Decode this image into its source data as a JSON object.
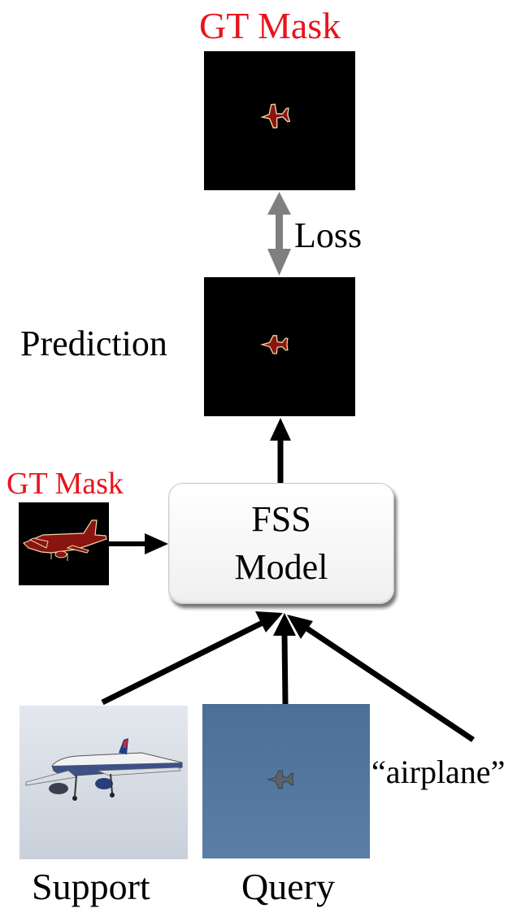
{
  "labels": {
    "gt_mask_top": "GT Mask",
    "loss": "Loss",
    "prediction": "Prediction",
    "gt_mask_support": "GT Mask",
    "model_line1": "FSS",
    "model_line2": "Model",
    "text_prompt": "“airplane”",
    "support": "Support",
    "query": "Query"
  },
  "colors": {
    "red_label": "#e8141b",
    "mask_fill": "#8a1410",
    "mask_outline": "#f2d8a8",
    "loss_arrow": "#7f7f7f",
    "sky_query": "#4f739b",
    "sky_support": "#d4dae2"
  }
}
